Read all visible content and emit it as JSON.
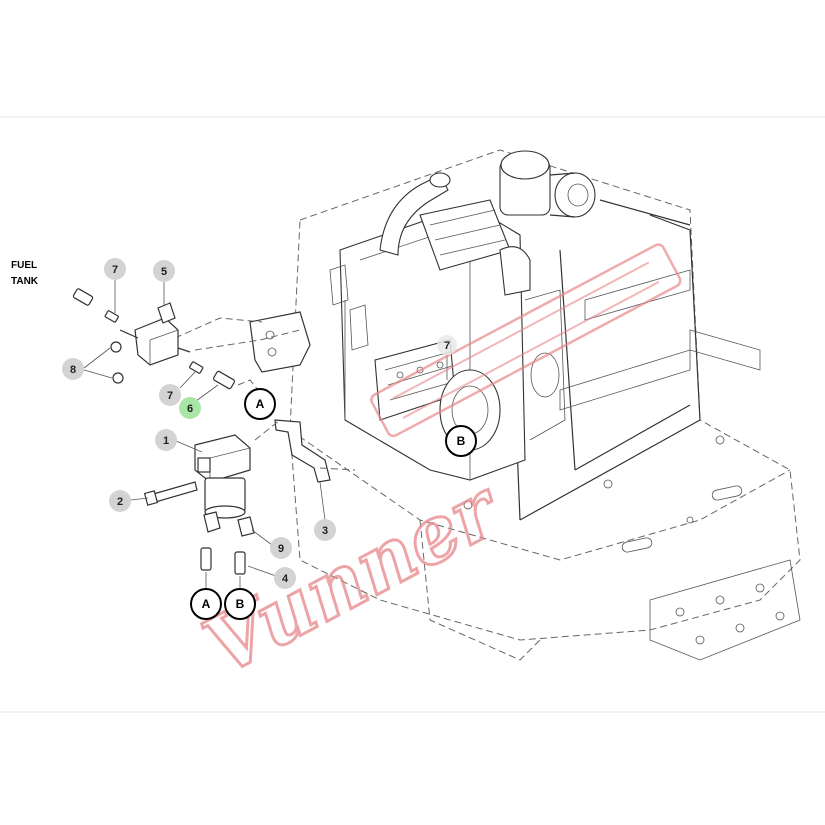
{
  "fuel_tank_label": [
    "FUEL",
    "TANK"
  ],
  "callouts": {
    "c1": "1",
    "c2": "2",
    "c3": "3",
    "c4": "4",
    "c5": "5",
    "c6": "6",
    "c7a": "7",
    "c7b": "7",
    "c7c": "7",
    "c8": "8",
    "c9": "9"
  },
  "connection_refs": {
    "a_upper": "A",
    "b_engine": "B",
    "a_lower": "A",
    "b_lower": "B"
  },
  "watermark": "Vunner",
  "colors": {
    "callout_fill": "#d3d3d3",
    "highlight_fill": "#a8e6a8",
    "watermark": "#e8868a",
    "line": "#333333"
  }
}
